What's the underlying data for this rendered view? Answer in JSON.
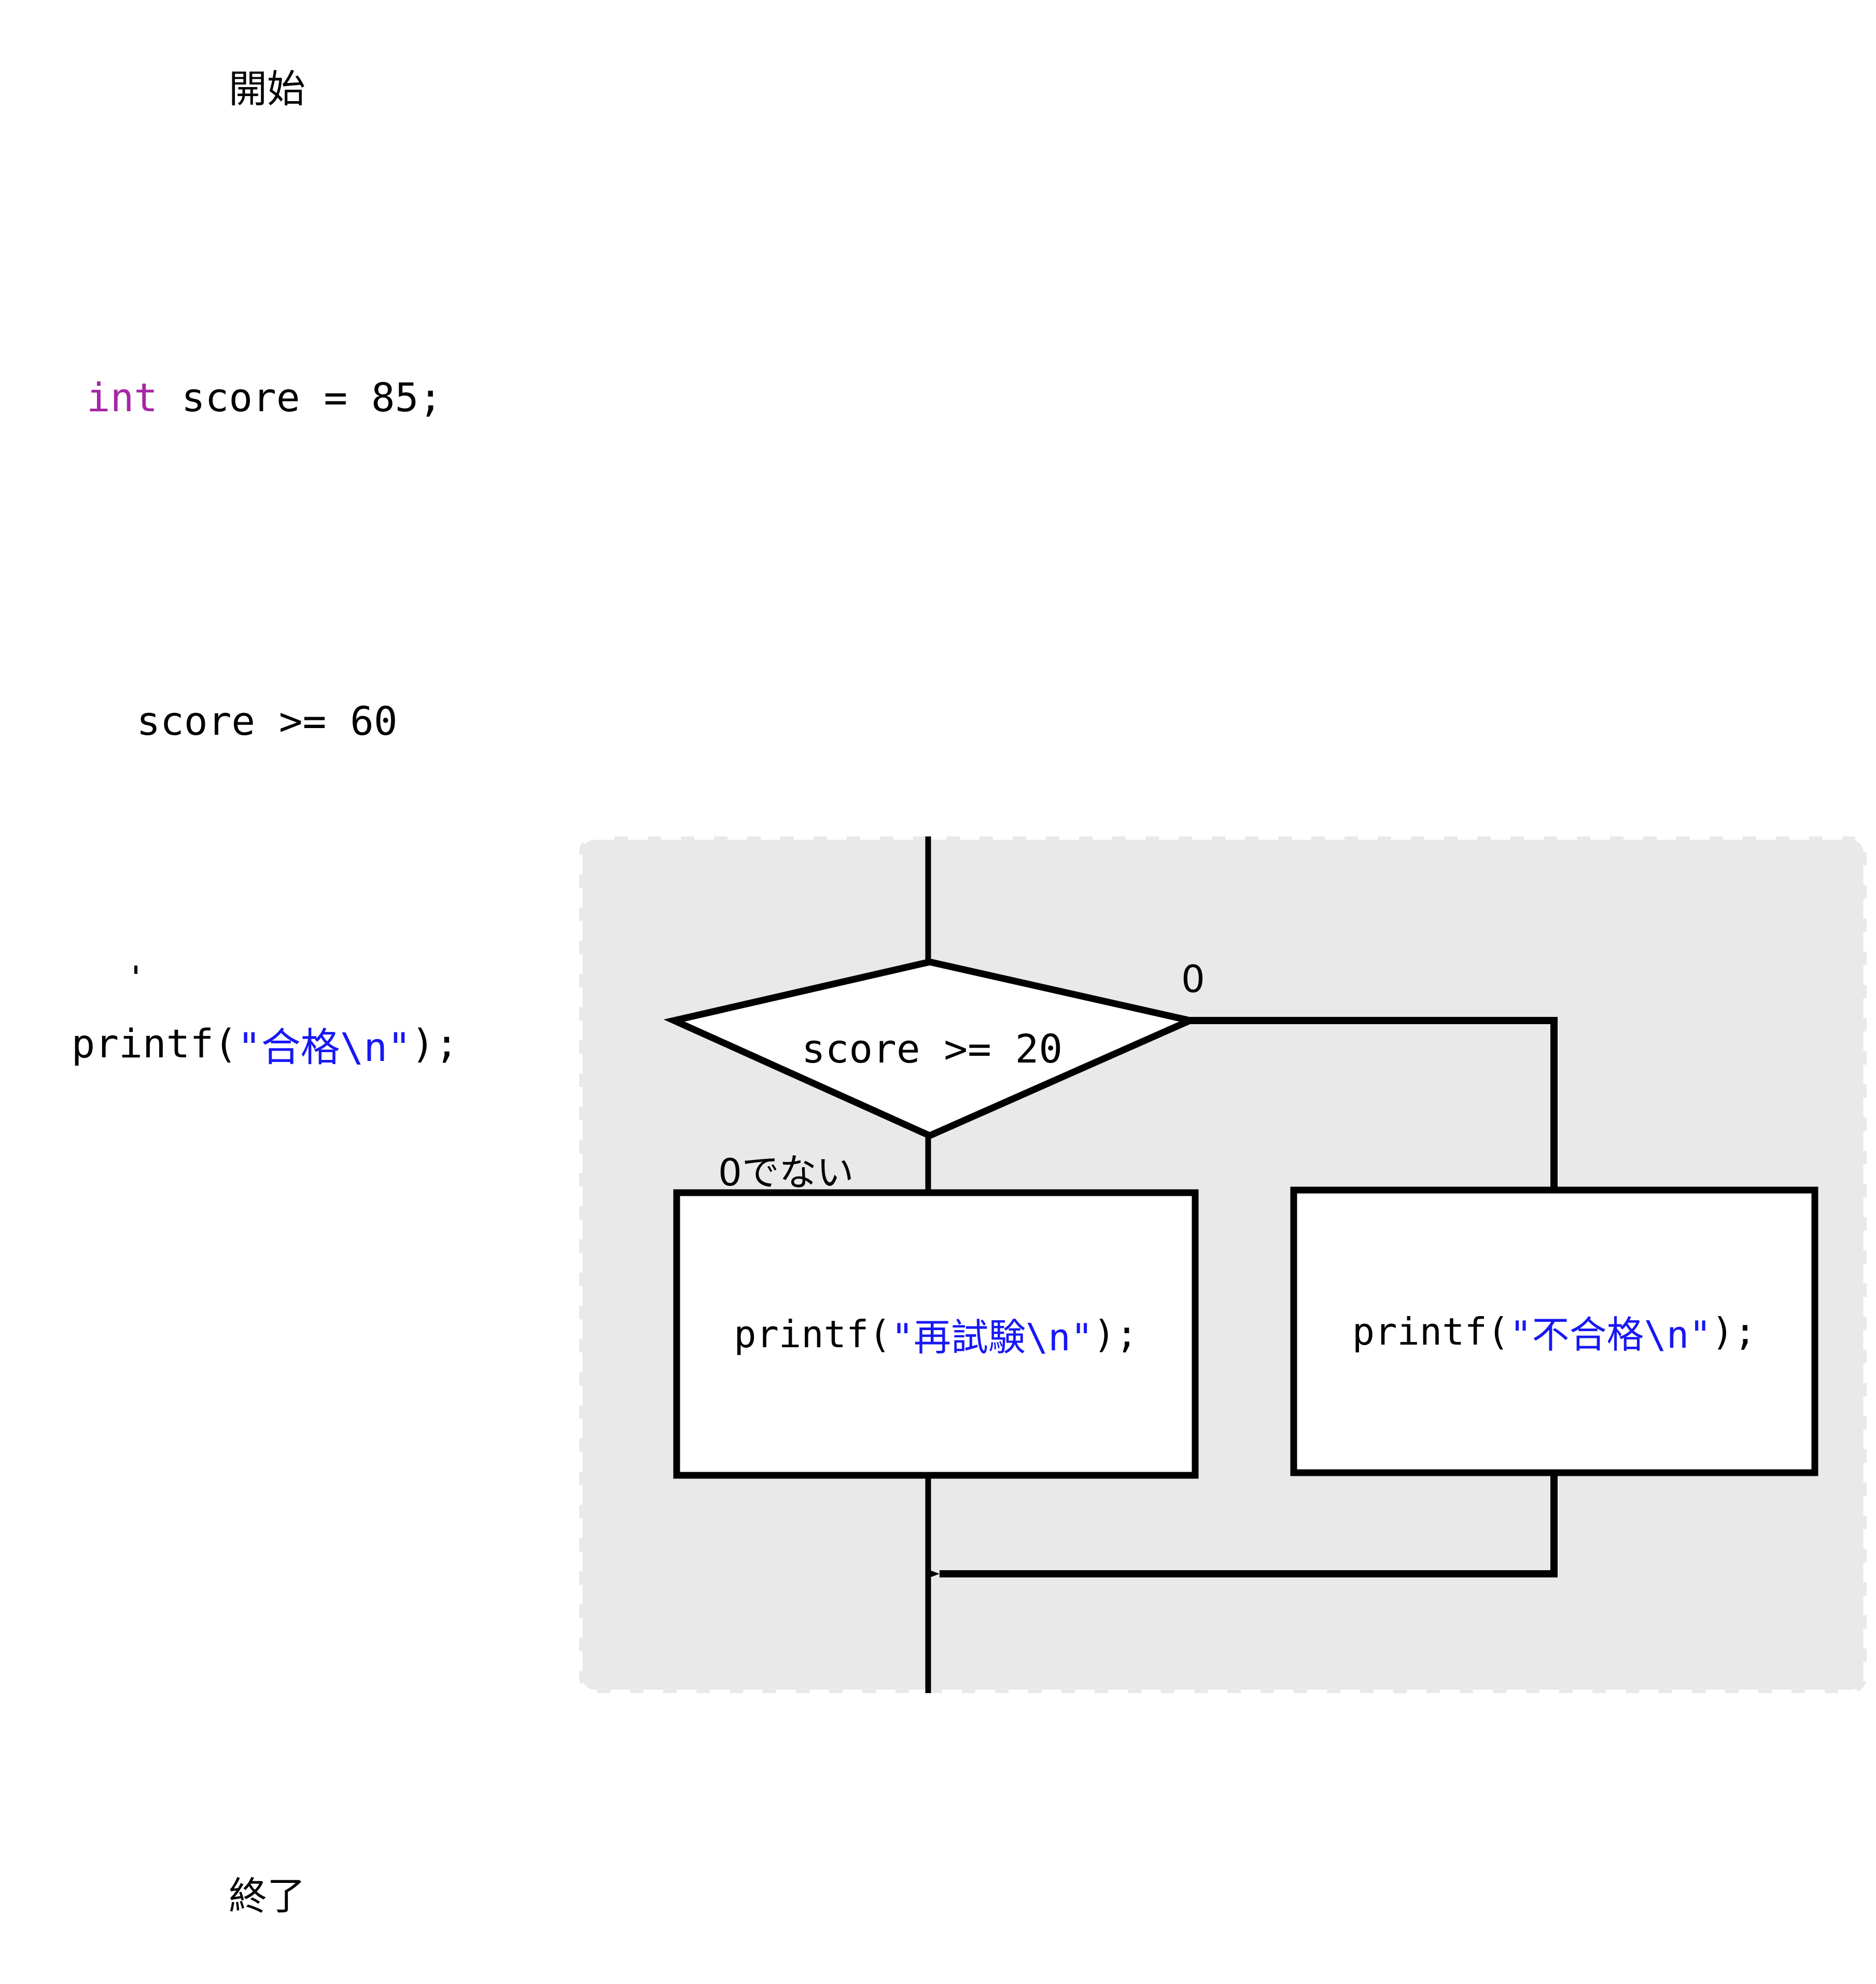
{
  "diagram": {
    "type": "flowchart",
    "title": "",
    "colors": {
      "background": "#ffffff",
      "node_fill": "#ffffff",
      "node_stroke": "#000000",
      "group_fill": "#e9e9e9",
      "group_stroke": "#000000",
      "edge_stroke": "#000000",
      "keyword": "#a626a4",
      "string_literal": "#1717f5",
      "code_default": "#000000"
    },
    "nodes": {
      "start": {
        "label": "開始",
        "shape": "stadium"
      },
      "declare": {
        "code_keyword": "int",
        "code_rest": " score = 85;",
        "shape": "rect"
      },
      "decision_outer": {
        "label": "score >= 60",
        "shape": "diamond"
      },
      "pass_print": {
        "code_prefix": "printf(",
        "code_string": "\"合格\\n\"",
        "code_suffix": ");",
        "shape": "rect"
      },
      "decision_inner": {
        "label": "score >= 20",
        "shape": "diamond"
      },
      "retry_print": {
        "code_prefix": "printf(",
        "code_string": "\"再試験\\n\"",
        "code_suffix": ");",
        "shape": "rect"
      },
      "fail_print": {
        "code_prefix": "printf(",
        "code_string": "\"不合格\\n\"",
        "code_suffix": ");",
        "shape": "rect"
      },
      "end": {
        "label": "終了",
        "shape": "stadium"
      }
    },
    "edge_labels": {
      "zero": "0",
      "not_zero": "0でない"
    },
    "group": {
      "label": "",
      "style": "dashed"
    }
  }
}
